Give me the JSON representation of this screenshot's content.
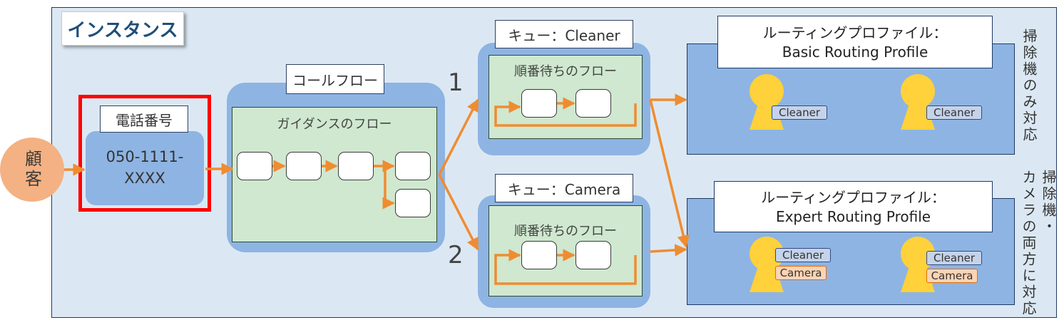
{
  "instance_label": "インスタンス",
  "customer_label": "顧客",
  "phone": {
    "label": "電話番号",
    "number_line1": "050-1111-",
    "number_line2": "XXXX"
  },
  "contact_flow": {
    "label": "コールフロー",
    "title": "ガイダンスのフロー"
  },
  "branch_numbers": [
    "1",
    "2"
  ],
  "queues": [
    {
      "label": "キュー：Cleaner",
      "title": "順番待ちのフロー"
    },
    {
      "label": "キュー：Camera",
      "title": "順番待ちのフロー"
    }
  ],
  "profiles": [
    {
      "line1": "ルーティングプロファイル：",
      "line2": "Basic Routing Profile",
      "note": "掃除機のみ対応",
      "agents": [
        {
          "tags": [
            "Cleaner"
          ]
        },
        {
          "tags": [
            "Cleaner"
          ]
        }
      ]
    },
    {
      "line1": "ルーティングプロファイル：",
      "line2": "Expert Routing Profile",
      "note_col1": "掃除機・",
      "note_col2": "カメラの両方に対応",
      "agents": [
        {
          "tags": [
            "Cleaner",
            "Camera"
          ]
        },
        {
          "tags": [
            "Cleaner",
            "Camera"
          ]
        }
      ]
    }
  ],
  "colors": {
    "arrow": "#f08c30",
    "agent": "#ffd13a",
    "frame": "#dbe8f3",
    "highlight": "#ff0000"
  }
}
